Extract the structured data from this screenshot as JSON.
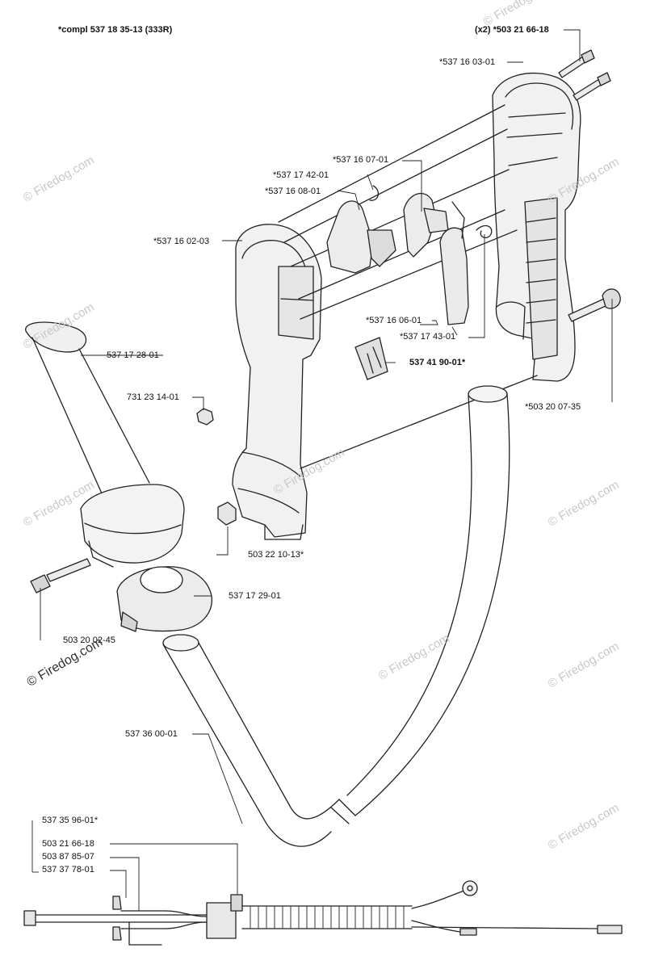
{
  "header": {
    "assembly_ref": "*compl 537 18 35-13 (333R)",
    "screw_qty_ref": "(x2) *503 21 66-18"
  },
  "watermark": "© Firedog.com",
  "parts": {
    "p_537_16_03_01": "*537 16 03-01",
    "p_537_16_07_01": "*537 16 07-01",
    "p_537_17_42_01": "*537 17 42-01",
    "p_537_16_08_01": "*537 16 08-01",
    "p_537_16_02_03": "*537 16 02-03",
    "p_537_16_06_01": "*537 16 06-01",
    "p_537_17_43_01": "*537 17 43-01",
    "p_537_41_90_01": "537 41 90-01*",
    "p_503_20_07_35": "*503 20 07-35",
    "p_537_17_28_01": "537 17 28-01",
    "p_731_23_14_01": "731 23 14-01",
    "p_503_22_10_13": "503 22 10-13*",
    "p_537_17_29_01": "537 17 29-01",
    "p_503_20_02_45": "503 20 02-45",
    "p_537_36_00_01": "537 36 00-01",
    "p_537_35_96_01": "537 35 96-01*",
    "p_503_21_66_18": "503 21 66-18",
    "p_503_87_85_07": "503 87 85-07",
    "p_537_37_78_01": "537 37 78-01"
  }
}
